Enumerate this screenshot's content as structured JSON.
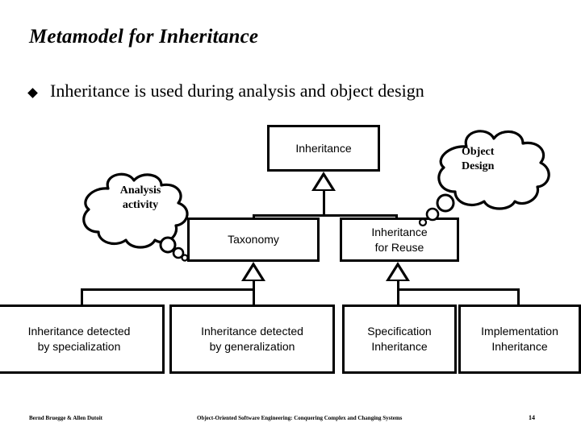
{
  "slide": {
    "title": "Metamodel for Inheritance",
    "bullets": [
      {
        "marker": "diamond-bullet",
        "text": "Inheritance is used during analysis and object design"
      }
    ]
  },
  "diagram": {
    "type": "uml-class-hierarchy",
    "root": {
      "id": "inheritance",
      "label": "Inheritance"
    },
    "level2": [
      {
        "id": "taxonomy",
        "label": "Taxonomy"
      },
      {
        "id": "inheritance-for-reuse",
        "label": "Inheritance\nfor Reuse"
      }
    ],
    "level3": [
      {
        "id": "inheritance-detected-by-specialization",
        "label": "Inheritance detected\nby specialization",
        "parent": "taxonomy"
      },
      {
        "id": "inheritance-detected-by-generalization",
        "label": "Inheritance detected\nby generalization",
        "parent": "taxonomy"
      },
      {
        "id": "specification-inheritance",
        "label": "Specification\nInheritance",
        "parent": "inheritance-for-reuse"
      },
      {
        "id": "implementation-inheritance",
        "label": "Implementation\nInheritance",
        "parent": "inheritance-for-reuse"
      }
    ],
    "annotations": [
      {
        "id": "analysis-activity",
        "shape": "thought-cloud",
        "label": "Analysis\nactivity",
        "points_to": "taxonomy"
      },
      {
        "id": "object-design",
        "shape": "thought-cloud",
        "label": "Object\nDesign",
        "points_to": "inheritance-for-reuse"
      }
    ],
    "connector_style": "uml-generalization-hollow-triangle",
    "line_color": "#000000",
    "box_fill": "#ffffff",
    "box_border": "#000000"
  },
  "footer": {
    "authors": "Bernd Bruegge & Allen Dutoit",
    "book": "Object-Oriented Software Engineering: Conquering Complex and Changing Systems",
    "page": "14"
  }
}
